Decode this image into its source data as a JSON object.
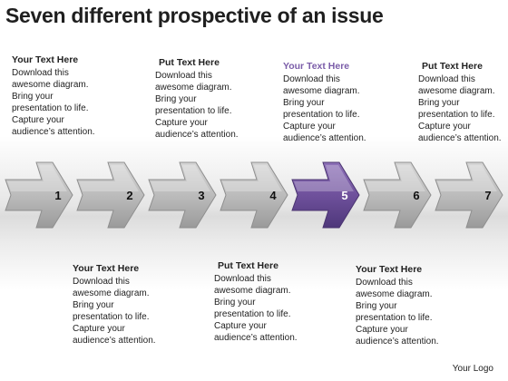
{
  "title": "Seven different prospective of an issue",
  "steps": [
    {
      "number": "1",
      "heading": "Your Text Here",
      "lines": [
        "Download this",
        "awesome diagram.",
        "Bring your",
        "presentation to life.",
        "Capture your",
        "audience’s attention."
      ],
      "highlight": false
    },
    {
      "number": "2",
      "heading": "Your Text Here",
      "lines": [
        "Download this",
        "awesome diagram.",
        "Bring your",
        "presentation to life.",
        "Capture your",
        "audience’s attention."
      ],
      "highlight": false
    },
    {
      "number": "3",
      "heading": "Put Text Here",
      "lines": [
        "Download this",
        "awesome diagram.",
        "Bring your",
        "presentation to life.",
        "Capture your",
        "audience’s attention."
      ],
      "highlight": false
    },
    {
      "number": "4",
      "heading": "Put Text Here",
      "lines": [
        "Download this",
        "awesome diagram.",
        "Bring your",
        "presentation to life.",
        "Capture your",
        "audience’s attention."
      ],
      "highlight": false
    },
    {
      "number": "5",
      "heading": "Your Text Here",
      "lines": [
        "Download this",
        "awesome diagram.",
        "Bring your",
        "presentation to life.",
        "Capture your",
        "audience’s attention."
      ],
      "highlight": true
    },
    {
      "number": "6",
      "heading": "Your Text Here",
      "lines": [
        "Download this",
        "awesome diagram.",
        "Bring your",
        "presentation to life.",
        "Capture your",
        "audience’s attention."
      ],
      "highlight": false
    },
    {
      "number": "7",
      "heading": "Put Text Here",
      "lines": [
        "Download this",
        "awesome diagram.",
        "Bring your",
        "presentation to life.",
        "Capture your",
        "audience’s attention."
      ],
      "highlight": false
    }
  ],
  "colors": {
    "arrow": "#c2c2c2",
    "arrow_dark": "#8e8e8e",
    "highlight": "#7b5ea7",
    "highlight_dark": "#4a3470"
  },
  "logo": "Your Logo"
}
